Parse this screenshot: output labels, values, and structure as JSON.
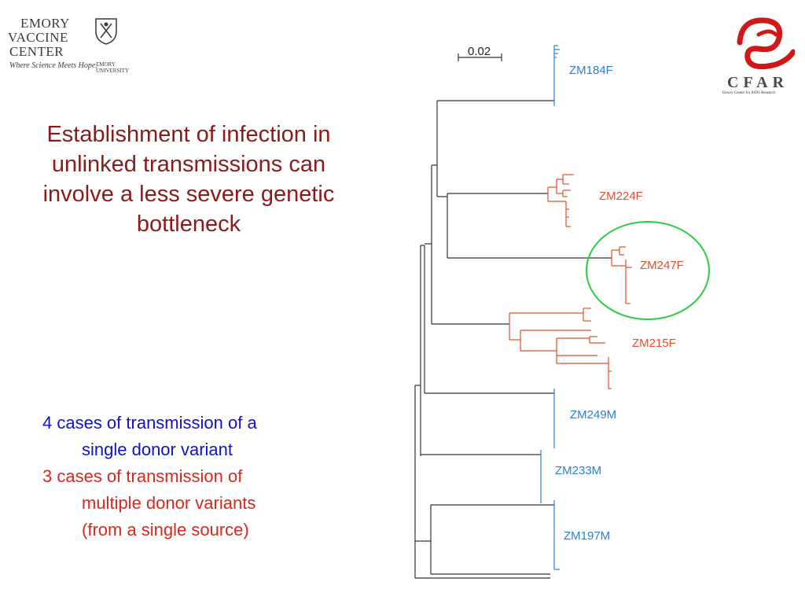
{
  "header": {
    "emory_logo": {
      "lines": [
        "EMORY",
        "VACCINE",
        "CENTER"
      ],
      "university": "EMORY UNIVERSITY",
      "tagline": "Where Science Meets Hope."
    },
    "cfar_logo": {
      "name": "CFAR",
      "subtitle": "Emory Center for AIDS Research"
    }
  },
  "headline": "Establishment of infection in unlinked transmissions can involve a less severe genetic bottleneck",
  "notes": {
    "single": {
      "line1": "4 cases of transmission of a",
      "line2": "single donor variant",
      "color": "#1010d0"
    },
    "multiple": {
      "line1": "3 cases of transmission of",
      "line2": "multiple donor variants",
      "line3": "(from a single source)",
      "color": "#d8281e"
    }
  },
  "tree": {
    "scale_label": "0.02",
    "highlight": "ZM247F",
    "highlight_color": "#2ecc40",
    "colors": {
      "blue": "#2a7fd4",
      "red": "#e0502a",
      "gray": "#333333"
    },
    "clades": [
      {
        "label": "ZM184F",
        "group": "blue"
      },
      {
        "label": "ZM224F",
        "group": "red"
      },
      {
        "label": "ZM247F",
        "group": "red"
      },
      {
        "label": "ZM215F",
        "group": "red"
      },
      {
        "label": "ZM249M",
        "group": "blue"
      },
      {
        "label": "ZM233M",
        "group": "blue"
      },
      {
        "label": "ZM197M",
        "group": "blue"
      }
    ]
  }
}
